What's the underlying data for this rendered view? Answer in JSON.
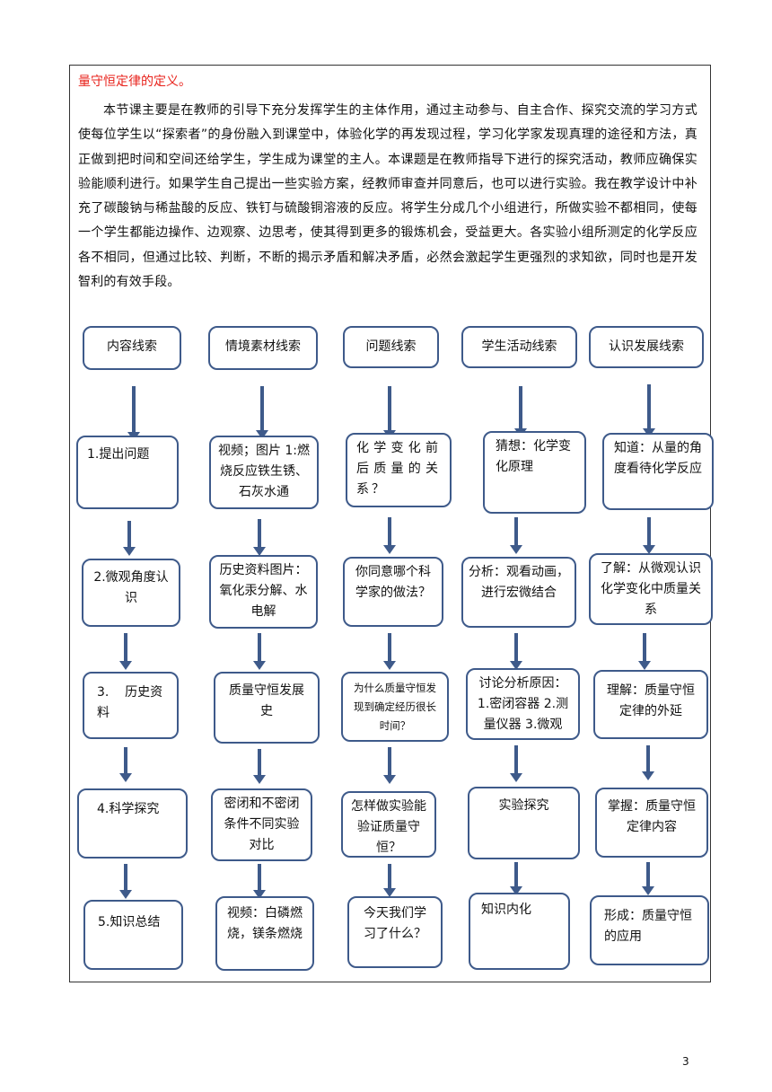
{
  "heading": "量守恒定律的定义。",
  "paragraph": "本节课主要是在教师的引导下充分发挥学生的主体作用，通过主动参与、自主合作、探究交流的学习方式使每位学生以“探索者”的身份融入到课堂中，体验化学的再发现过程，学习化学家发现真理的途径和方法，真正做到把时间和空间还给学生，学生成为课堂的主人。本课题是在教师指导下进行的探究活动，教师应确保实验能顺利进行。如果学生自己提出一些实验方案，经教师审查并同意后，也可以进行实验。我在教学设计中补充了碳酸钠与稀盐酸的反应、铁钉与硫酸铜溶液的反应。将学生分成几个小组进行，所做实验不都相同，使每一个学生都能边操作、边观察、边思考，使其得到更多的锻炼机会，受益更大。各实验小组所测定的化学反应各不相同，但通过比较、判断，不断的揭示矛盾和解决矛盾，必然会激起学生更强烈的求知欲，同时也是开发智利的有效手段。",
  "headers": [
    "内容线索",
    "情境素材线索",
    "问题线索",
    "学生活动线索",
    "认识发展线索"
  ],
  "columns": [
    [
      "1.提出问题",
      "2.微观角度认识",
      "3.    历史资料",
      "4.科学探究",
      "5.知识总结"
    ],
    [
      "视频；图片 1:燃烧反应铁生锈、石灰水通",
      "历史资料图片：氧化汞分解、水电解",
      "质量守恒发展史",
      "密闭和不密闭条件不同实验对比",
      "视频：白磷燃烧，镁条燃烧"
    ],
    [
      "化学变化前后质量的关系？",
      "你同意哪个科学家的做法？",
      "为什么质量守恒发现到确定经历很长时间？",
      "怎样做实验能验证质量守恒？",
      "今天我们学习了什么？"
    ],
    [
      "猜想：化学变化原理",
      "分析：观看动画，进行宏微结合",
      "讨论分析原因：1.密闭容器 2.测量仪器 3.微观",
      "实验探究",
      "知识内化"
    ],
    [
      "知道：从量的角度看待化学反应",
      "了解：从微观认识化学变化中质量关系",
      "理解：质量守恒定律的外延",
      "掌握：质量守恒定律内容",
      "形成：质量守恒的应用"
    ]
  ],
  "page_number": "3",
  "colors": {
    "box_border": "#3e5a8a",
    "heading": "#e8221b"
  }
}
